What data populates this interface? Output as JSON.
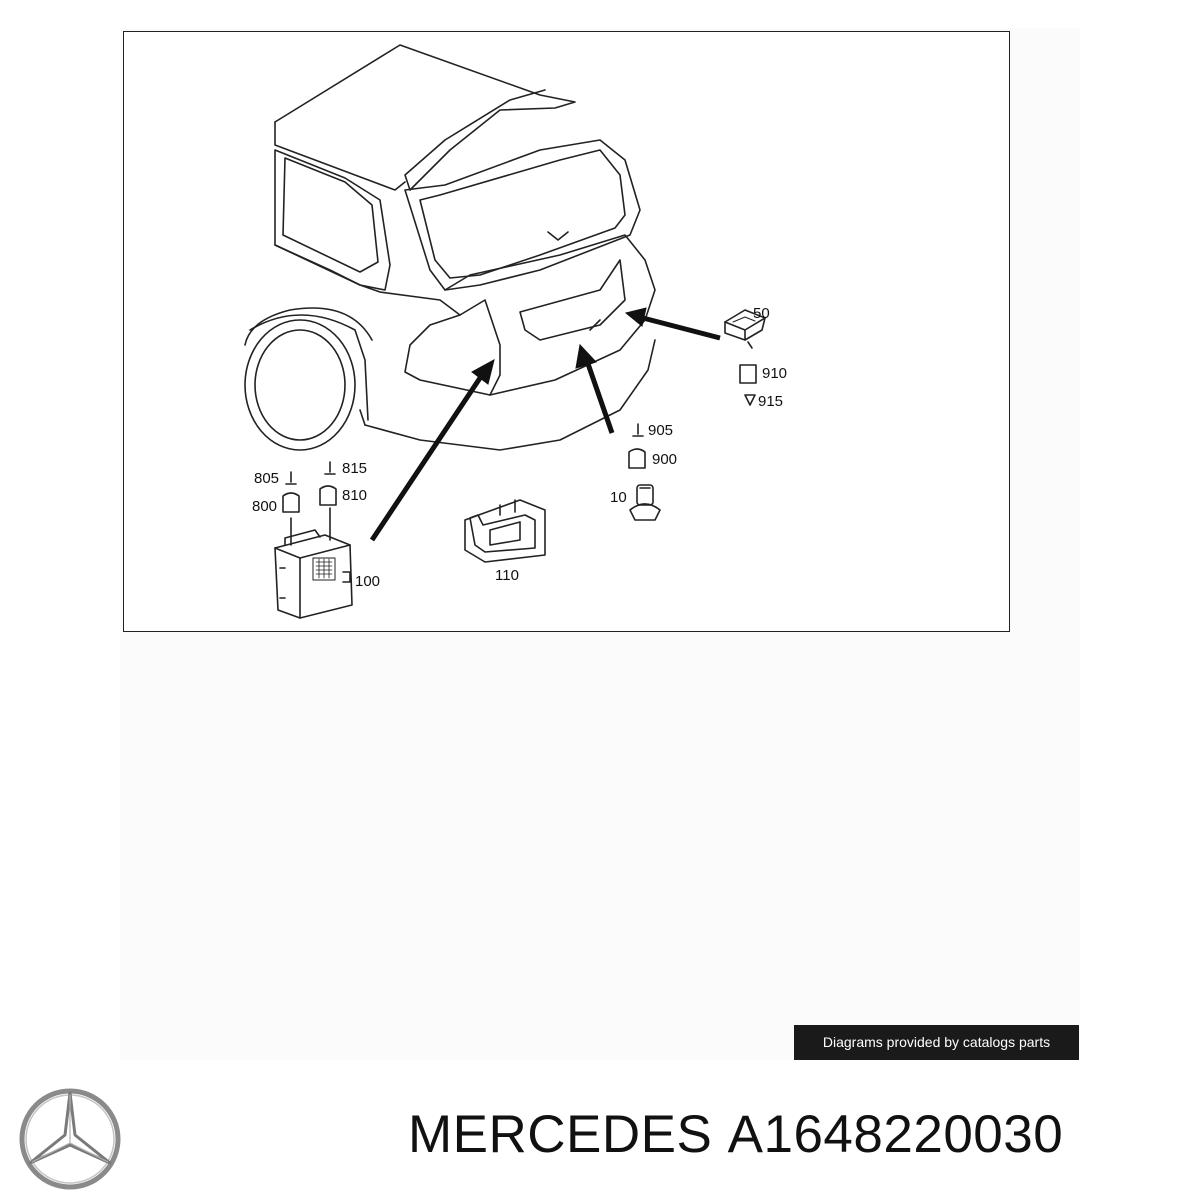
{
  "diagram": {
    "callouts": {
      "c50": "50",
      "c910": "910",
      "c915": "915",
      "c905": "905",
      "c900": "900",
      "c10": "10",
      "c805": "805",
      "c815": "815",
      "c800": "800",
      "c810": "810",
      "c100": "100",
      "c110": "110"
    }
  },
  "credit": {
    "text": "Diagrams provided by catalogs parts"
  },
  "caption": {
    "brand": "MERCEDES",
    "part_number": "A1648220030"
  },
  "logo": {
    "icon": "mercedes-star-icon",
    "color": "#8a8a8a"
  }
}
